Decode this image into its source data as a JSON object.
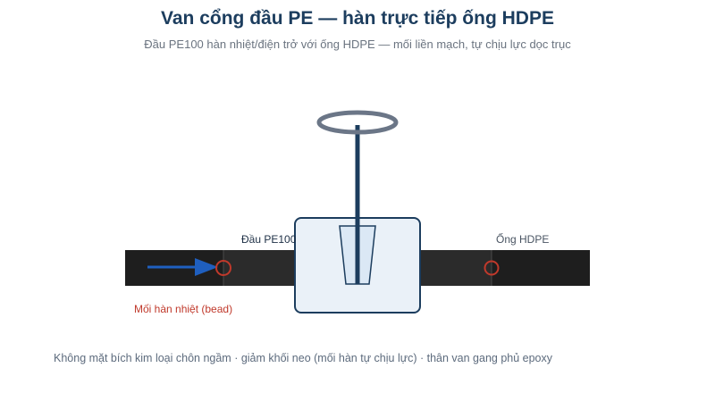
{
  "header": {
    "title": "Van cổng đầu PE — hàn trực tiếp ống HDPE",
    "subtitle": "Đầu PE100 hàn nhiệt/điện trở với ống HDPE — mối liền mạch, tự chịu lực dọc trục"
  },
  "labels": {
    "spigot": "Đầu PE100",
    "pipe": "Ống HDPE",
    "weld": "Mối hàn nhiệt (bead)"
  },
  "footnote": "Không mặt bích kim loại chôn ngầm · giảm khối neo (mối hàn tự chịu lực) · thân van gang phủ epoxy",
  "colors": {
    "pipe": "#1e1e1e",
    "spigot": "#2b2b2b",
    "valve_body_fill": "#eaf1f8",
    "valve_body_stroke": "#1c3d5e",
    "stem": "#1c3d5e",
    "handwheel": "#6b7687",
    "weld": "#c0392b",
    "flow_arrow": "#1f5fbf"
  },
  "icons": {
    "flow": "arrow-right-icon",
    "weld": "ring-icon",
    "handwheel": "handwheel-icon"
  }
}
